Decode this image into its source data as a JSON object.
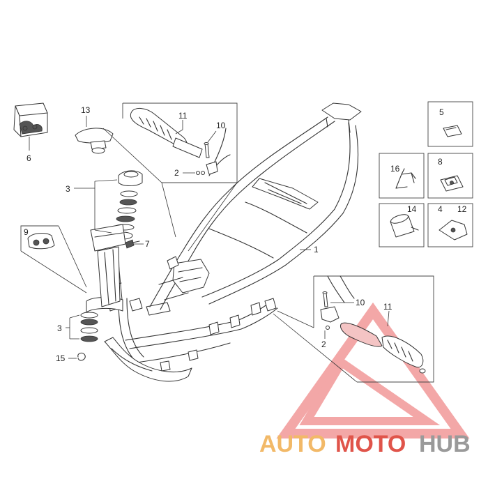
{
  "diagram": {
    "callouts": [
      {
        "id": "c1",
        "label": "1"
      },
      {
        "id": "c2a",
        "label": "2"
      },
      {
        "id": "c2b",
        "label": "2"
      },
      {
        "id": "c3a",
        "label": "3"
      },
      {
        "id": "c3b",
        "label": "3"
      },
      {
        "id": "c4",
        "label": "4"
      },
      {
        "id": "c5",
        "label": "5"
      },
      {
        "id": "c6",
        "label": "6"
      },
      {
        "id": "c7",
        "label": "7"
      },
      {
        "id": "c8",
        "label": "8"
      },
      {
        "id": "c9",
        "label": "9"
      },
      {
        "id": "c10a",
        "label": "10"
      },
      {
        "id": "c10b",
        "label": "10"
      },
      {
        "id": "c11a",
        "label": "11"
      },
      {
        "id": "c11b",
        "label": "11"
      },
      {
        "id": "c12",
        "label": "12"
      },
      {
        "id": "c13",
        "label": "13"
      },
      {
        "id": "c14",
        "label": "14"
      },
      {
        "id": "c15",
        "label": "15"
      },
      {
        "id": "c16",
        "label": "16"
      }
    ]
  },
  "watermark": {
    "part1": "AUTO",
    "part2": "MOTO",
    "part3": "HUB",
    "color1": "#f2b968",
    "color2": "#e0544a",
    "color3": "#9a9a9a",
    "triangle_color": "#f08a8a"
  }
}
